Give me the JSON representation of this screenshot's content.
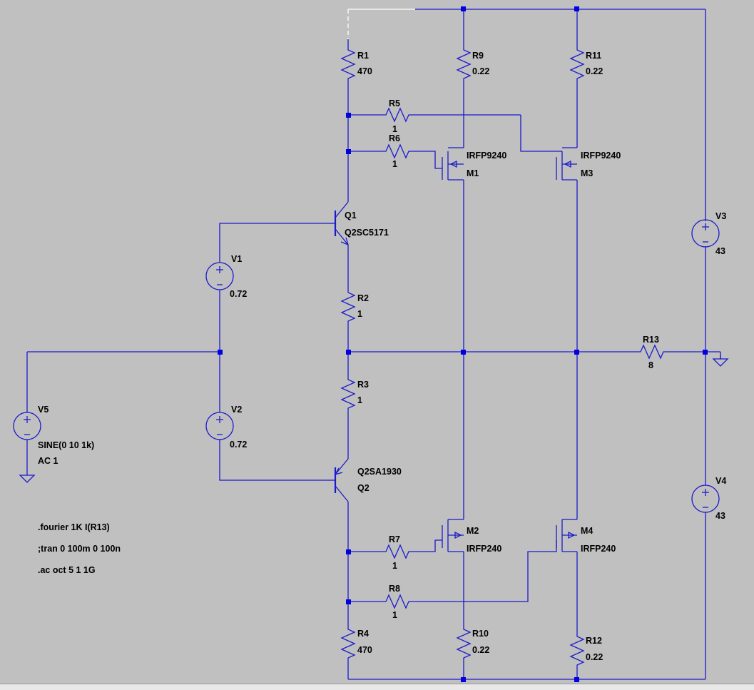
{
  "schematic": {
    "components": [
      {
        "id": "R1",
        "ref": "R1",
        "value": "470"
      },
      {
        "id": "R2",
        "ref": "R2",
        "value": "1"
      },
      {
        "id": "R3",
        "ref": "R3",
        "value": "1"
      },
      {
        "id": "R4",
        "ref": "R4",
        "value": "470"
      },
      {
        "id": "R5",
        "ref": "R5",
        "value": "1"
      },
      {
        "id": "R6",
        "ref": "R6",
        "value": "1"
      },
      {
        "id": "R7",
        "ref": "R7",
        "value": "1"
      },
      {
        "id": "R8",
        "ref": "R8",
        "value": "1"
      },
      {
        "id": "R9",
        "ref": "R9",
        "value": "0.22"
      },
      {
        "id": "R10",
        "ref": "R10",
        "value": "0.22"
      },
      {
        "id": "R11",
        "ref": "R11",
        "value": "0.22"
      },
      {
        "id": "R12",
        "ref": "R12",
        "value": "0.22"
      },
      {
        "id": "R13",
        "ref": "R13",
        "value": "8"
      },
      {
        "id": "V1",
        "ref": "V1",
        "value": "0.72"
      },
      {
        "id": "V2",
        "ref": "V2",
        "value": "0.72"
      },
      {
        "id": "V3",
        "ref": "V3",
        "value": "43"
      },
      {
        "id": "V4",
        "ref": "V4",
        "value": "43"
      },
      {
        "id": "V5",
        "ref": "V5",
        "value": "SINE(0 10 1k)",
        "value2": "AC 1"
      },
      {
        "id": "Q1",
        "ref": "Q1",
        "value": "Q2SC5171"
      },
      {
        "id": "Q2",
        "ref": "Q2",
        "value": "Q2SA1930"
      },
      {
        "id": "M1",
        "ref": "M1",
        "value": "IRFP9240"
      },
      {
        "id": "M2",
        "ref": "M2",
        "value": "IRFP240"
      },
      {
        "id": "M3",
        "ref": "M3",
        "value": "IRFP9240"
      },
      {
        "id": "M4",
        "ref": "M4",
        "value": "IRFP240"
      }
    ],
    "directives": [
      ".fourier 1K I(R13)",
      ";tran 0 100m 0 100n",
      ".ac oct 5 1 1G"
    ],
    "colors": {
      "background": "#c0c0c0",
      "wire": "#1a1acc",
      "junction": "#0000e0",
      "text": "#000000"
    }
  }
}
